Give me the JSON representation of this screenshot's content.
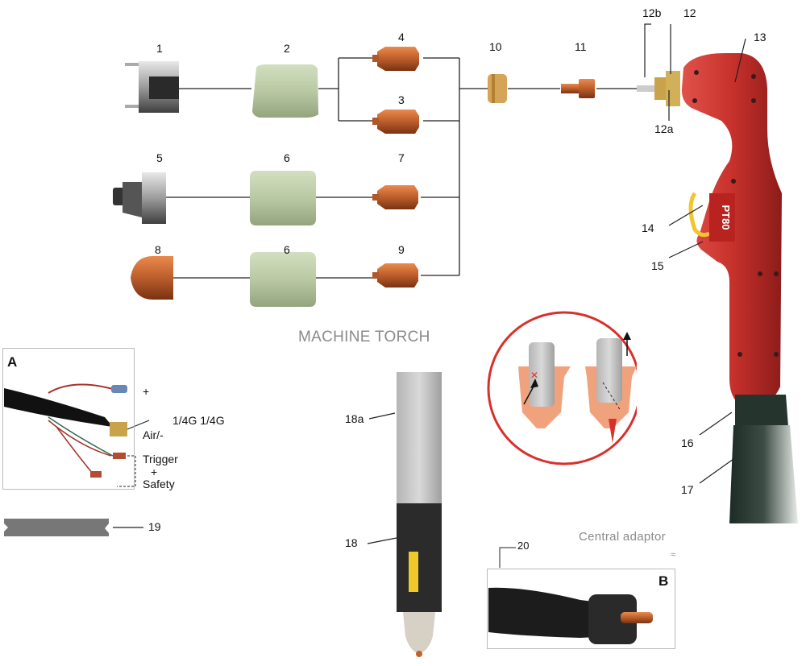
{
  "labels": {
    "p1": "1",
    "p2": "2",
    "p3": "3",
    "p4": "4",
    "p5": "5",
    "p6a": "6",
    "p6b": "6",
    "p7": "7",
    "p8": "8",
    "p9": "9",
    "p10": "10",
    "p11": "11",
    "p12": "12",
    "p12a": "12a",
    "p12b": "12b",
    "p13": "13",
    "p14": "14",
    "p15": "15",
    "p16": "16",
    "p17": "17",
    "p18": "18",
    "p18a": "18a",
    "p19": "19",
    "p20": "20"
  },
  "section_titles": {
    "machine_torch": "MACHINE TORCH",
    "central_adaptor": "Central adaptor",
    "central_adaptor_mark": "≈",
    "box_a": "A",
    "box_b": "B"
  },
  "cable_labels": {
    "plus": "+",
    "gas": "1/4G  1/4G",
    "air": "Air/-",
    "trigger": "Trigger",
    "plus2": "+",
    "safety": "Safety"
  },
  "torch_handle_text": "PT80",
  "colors": {
    "copper": "#c1622e",
    "ceramic": "#b9c9a3",
    "torch_red": "#c8312c",
    "hose": "#2d3a33",
    "circle": "#d8302c"
  }
}
